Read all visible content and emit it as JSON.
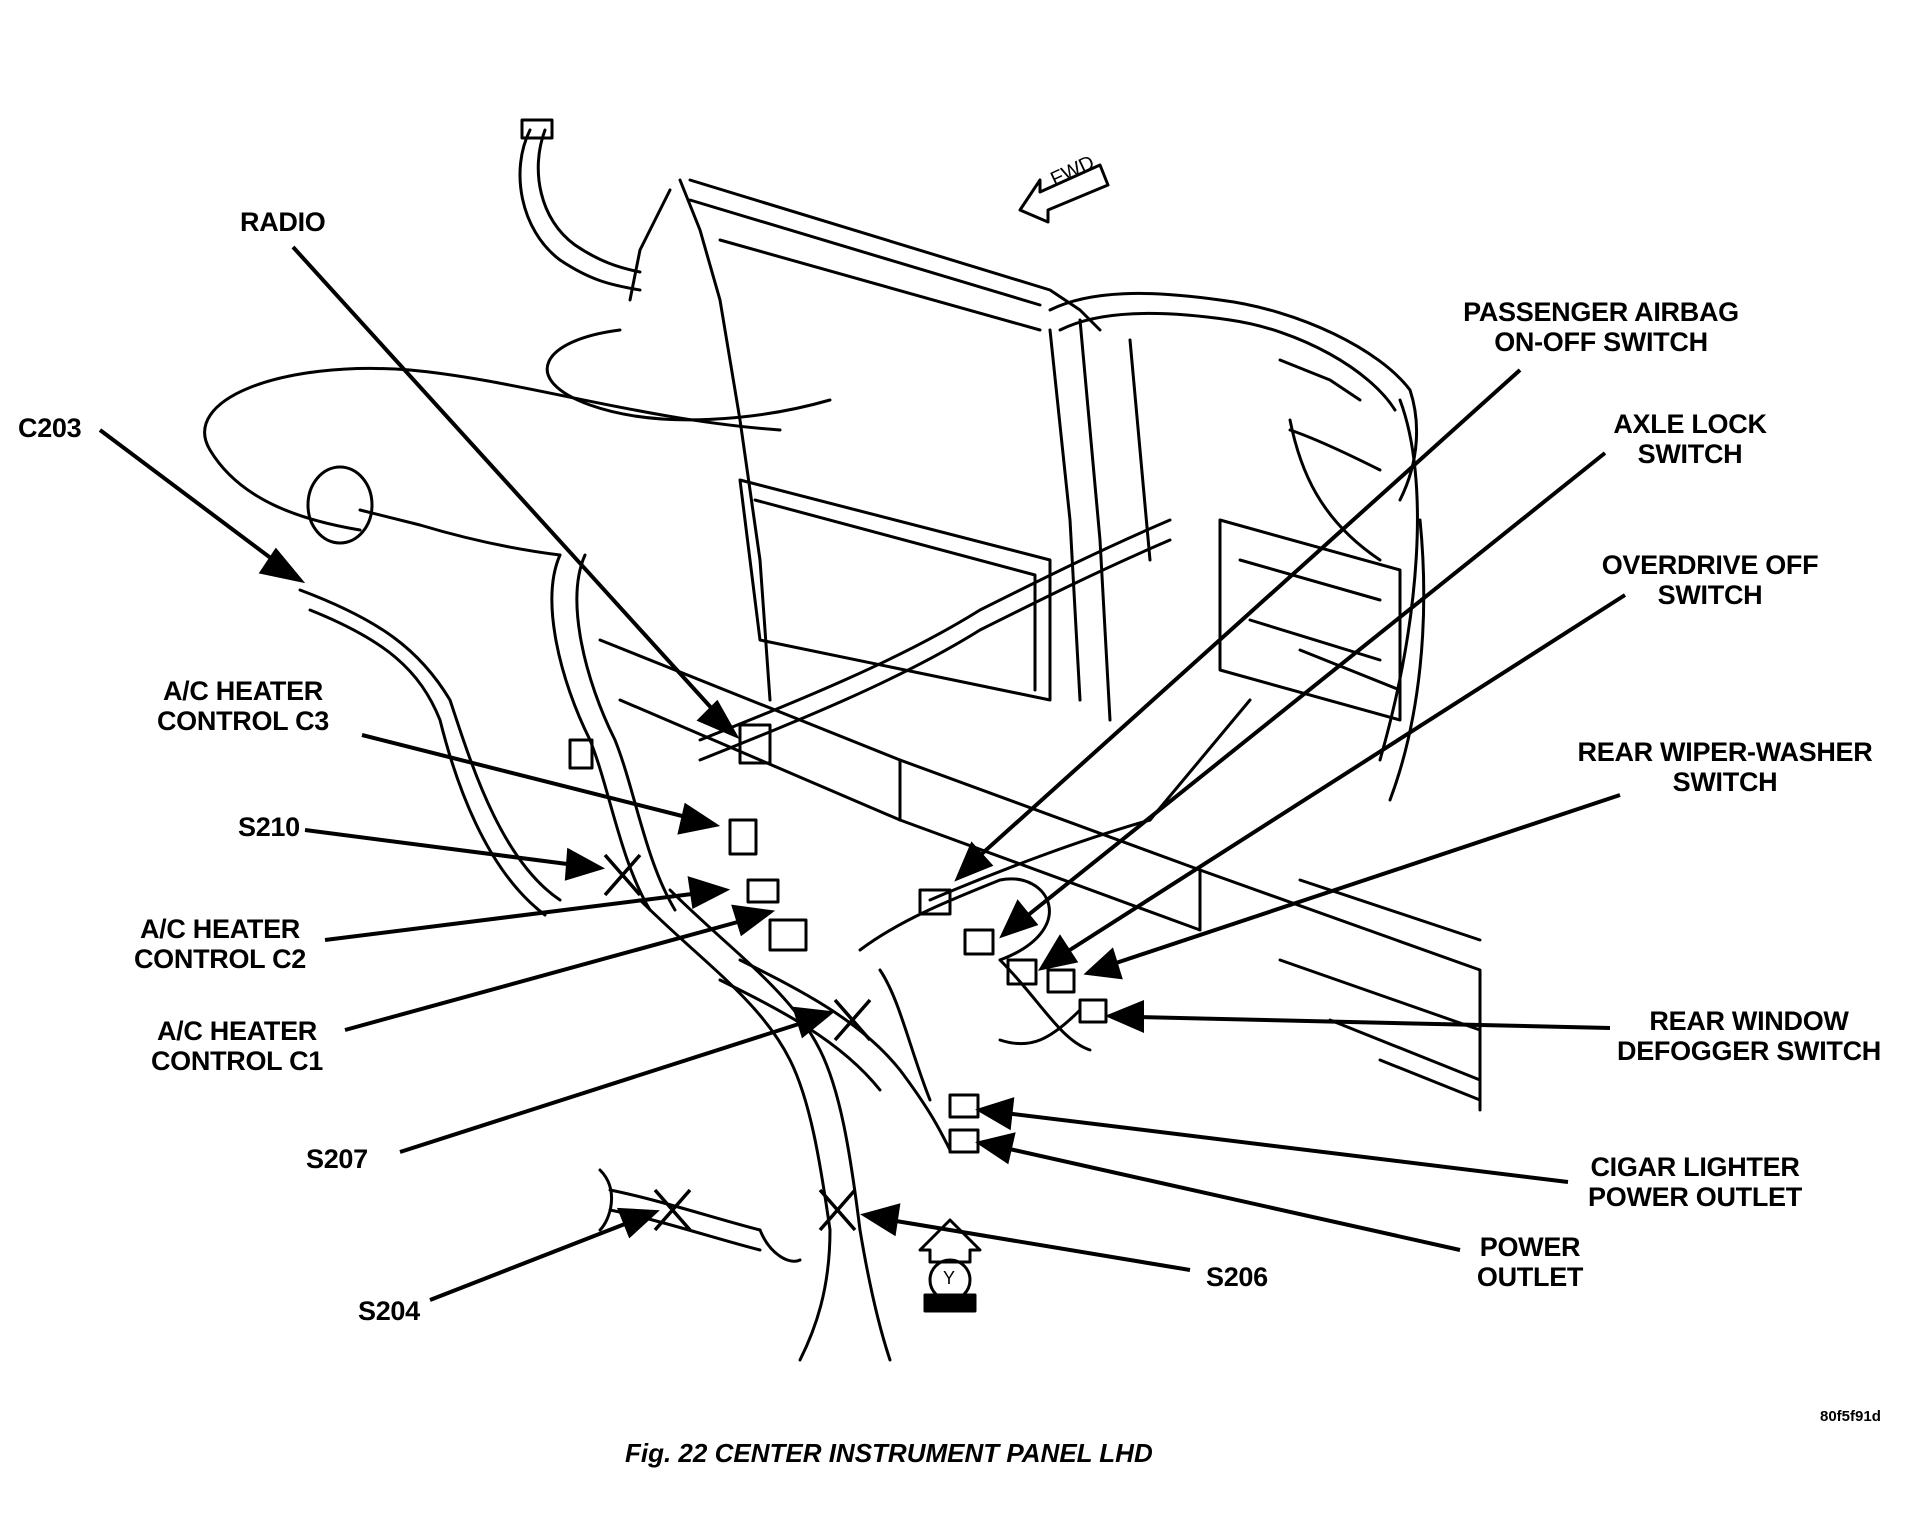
{
  "labels": {
    "radio": [
      "RADIO"
    ],
    "c203": [
      "C203"
    ],
    "ac_c3": [
      "A/C HEATER",
      "CONTROL  C3"
    ],
    "s210": [
      "S210"
    ],
    "ac_c2": [
      "A/C HEATER",
      "CONTROL  C2"
    ],
    "ac_c1": [
      "A/C HEATER",
      "CONTROL  C1"
    ],
    "s207": [
      "S207"
    ],
    "s204": [
      "S204"
    ],
    "s206": [
      "S206"
    ],
    "airbag": [
      "PASSENGER AIRBAG",
      "ON-OFF SWITCH"
    ],
    "axle": [
      "AXLE LOCK",
      "SWITCH"
    ],
    "overdrive": [
      "OVERDRIVE OFF",
      "SWITCH"
    ],
    "wiper": [
      "REAR WIPER-WASHER",
      "SWITCH"
    ],
    "defogger": [
      "REAR WINDOW",
      "DEFOGGER SWITCH"
    ],
    "cigar": [
      "CIGAR LIGHTER",
      "POWER OUTLET"
    ],
    "power": [
      "POWER",
      "OUTLET"
    ]
  },
  "fwd_label": "FWD",
  "y_symbol": "Y",
  "figure_code": "80f5f91d",
  "caption": "Fig. 22 CENTER INSTRUMENT PANEL LHD"
}
